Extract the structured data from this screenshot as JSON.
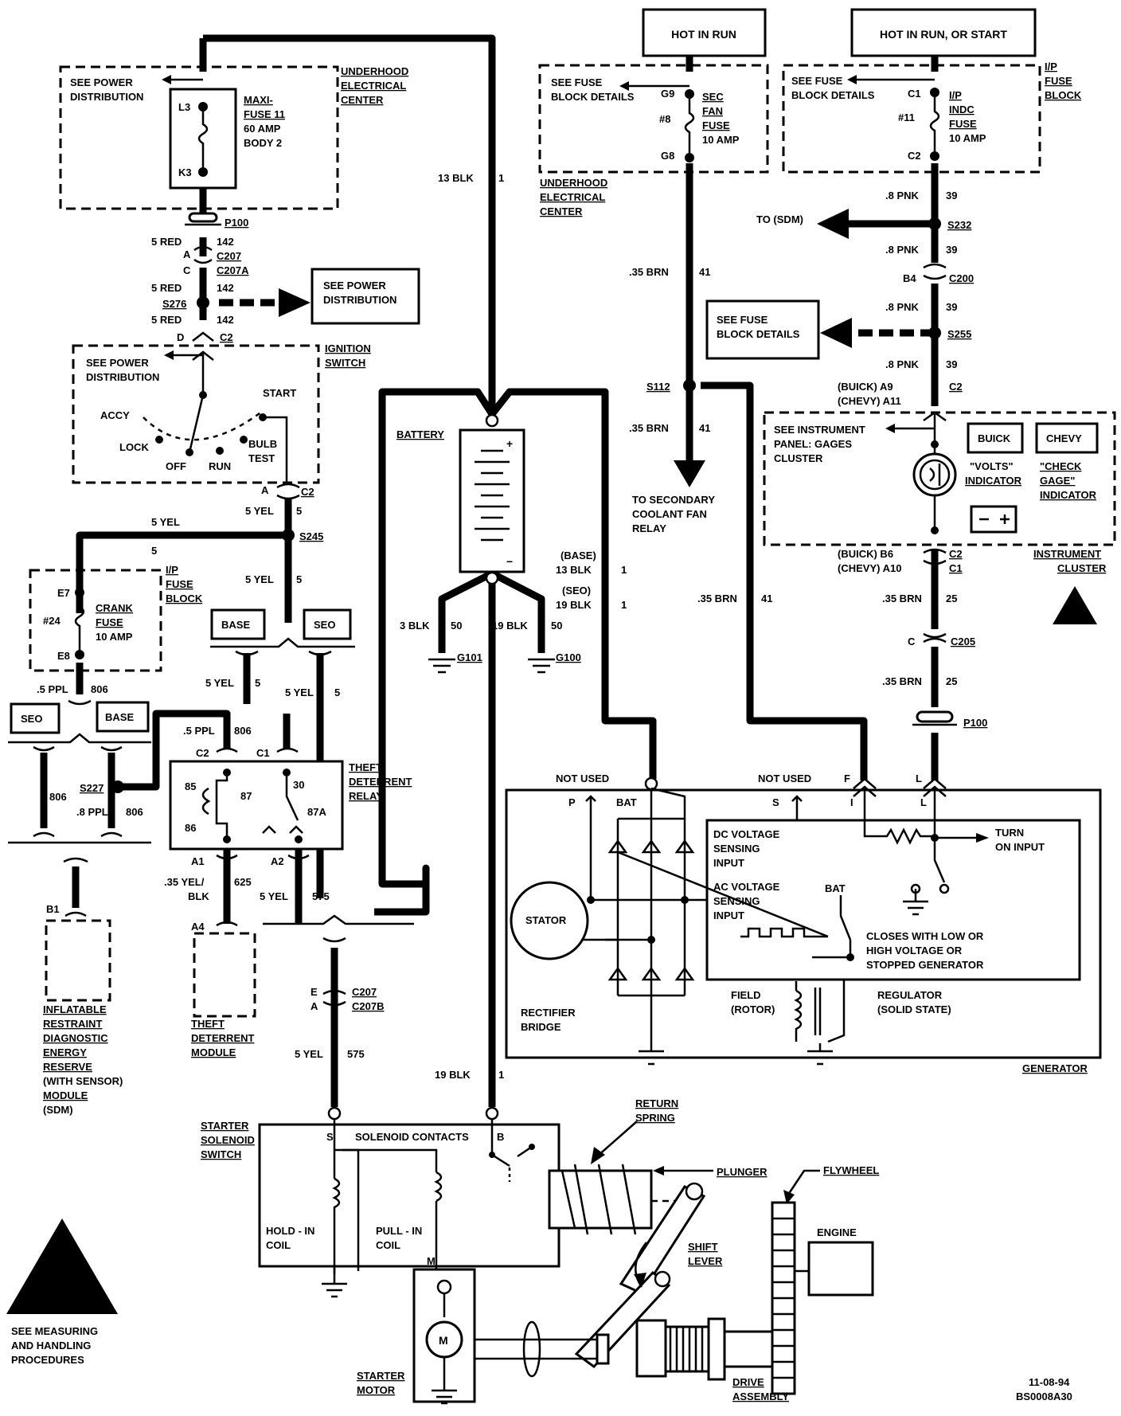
{
  "power_sources": {
    "hot_in_run": "HOT IN RUN",
    "hot_in_run_or_start": "HOT IN RUN, OR START"
  },
  "fuse_block_left": {
    "see": "SEE FUSE",
    "details": "BLOCK DETAILS",
    "g9": "G9",
    "g8": "G8",
    "num": "#8",
    "l1": "SEC",
    "l2": "FAN",
    "l3": "FUSE",
    "l4": "10 AMP",
    "c1": "UNDERHOOD",
    "c2": "ELECTRICAL",
    "c3": "CENTER"
  },
  "fuse_block_right": {
    "see": "SEE FUSE",
    "details": "BLOCK DETAILS",
    "c1": "C1",
    "c2": "C2",
    "num": "#11",
    "l1": "I/P",
    "l2": "INDC",
    "l3": "FUSE",
    "l4": "10 AMP",
    "b1": "I/P",
    "b2": "FUSE",
    "b3": "BLOCK"
  },
  "underhood": {
    "see1": "SEE POWER",
    "see2": "DISTRIBUTION",
    "l3": "L3",
    "k3": "K3",
    "maxi1": "MAXI-",
    "maxi2": "FUSE 11",
    "maxi3": "60 AMP",
    "maxi4": "BODY 2",
    "c1": "UNDERHOOD",
    "c2": "ELECTRICAL",
    "c3": "CENTER"
  },
  "left_wires": {
    "p100": "P100",
    "red1": "5  RED",
    "n142a": "142",
    "a": "A",
    "c": "C",
    "c207": "C207",
    "c207a": "C207A",
    "red2": "5  RED",
    "n142b": "142",
    "s276": "S276",
    "red3": "5  RED",
    "n142c": "142",
    "d": "D",
    "c2": "C2",
    "pd1": "SEE POWER",
    "pd2": "DISTRIBUTION"
  },
  "ignition": {
    "see1": "SEE POWER",
    "see2": "DISTRIBUTION",
    "start": "START",
    "accy": "ACCY",
    "lock": "LOCK",
    "off": "OFF",
    "run": "RUN",
    "bulb": "BULB",
    "test": "TEST",
    "title1": "IGNITION",
    "title2": "SWITCH",
    "a": "A",
    "c2": "C2"
  },
  "yel": {
    "yel5a": "5 YEL",
    "n5a": "5",
    "yel5b": "5 YEL",
    "n5b": "5",
    "s245": "S245",
    "n5c": "5",
    "yel5c": "5 YEL",
    "n5d": "5",
    "base": "BASE",
    "seo": "SEO",
    "yel5d": "5 YEL",
    "n5e": "5",
    "yel5e": "5 YEL",
    "n5f": "5"
  },
  "crank": {
    "e7": "E7",
    "e8": "E8",
    "num": "#24",
    "l1": "CRANK",
    "l2": "FUSE",
    "l3": "10 AMP",
    "b1": "I/P",
    "b2": "FUSE",
    "b3": "BLOCK",
    "ppl": ".5 PPL",
    "n806": "806"
  },
  "sdm_branch": {
    "seo": "SEO",
    "base": "BASE",
    "n806a": "806",
    "s227": "S227",
    "ppl": ".8 PPL",
    "n806b": "806",
    "b1": "B1",
    "m1": "INFLATABLE",
    "m2": "RESTRAINT",
    "m3": "DIAGNOSTIC",
    "m4": "ENERGY",
    "m5": "RESERVE",
    "m6": "(WITH SENSOR)",
    "m7": "MODULE",
    "m8": "(SDM)"
  },
  "relay": {
    "ppl": ".5 PPL",
    "n806": "806",
    "c2": "C2",
    "c1": "C1",
    "p85": "85",
    "p86": "86",
    "p87": "87",
    "p30": "30",
    "p87a": "87A",
    "t1": "THEFT",
    "t2": "DETERRENT",
    "t3": "RELAY",
    "a1": "A1",
    "a2": "A2",
    "yb1": ".35 YEL/",
    "yb2": "BLK",
    "n625": "625",
    "yel": "5 YEL",
    "n575": "575",
    "a4": "A4",
    "m1": "THEFT",
    "m2": "DETERRENT",
    "m3": "MODULE"
  },
  "starter_circuit": {
    "e": "E",
    "a": "A",
    "c207": "C207",
    "c207b": "C207B",
    "yel": "5 YEL",
    "n575": "575",
    "blk": "19  BLK",
    "n1": "1",
    "t1": "STARTER",
    "t2": "SOLENOID",
    "t3": "SWITCH",
    "s": "S",
    "b": "B",
    "contacts": "SOLENOID CONTACTS",
    "hold1": "HOLD - IN",
    "hold2": "COIL",
    "pull1": "PULL - IN",
    "pull2": "COIL",
    "m": "M",
    "motor1": "STARTER",
    "motor2": "MOTOR",
    "motor_sym": "M",
    "ret1": "RETURN",
    "ret2": "SPRING",
    "plunger": "PLUNGER",
    "flywheel": "FLYWHEEL",
    "engine": "ENGINE",
    "shift1": "SHIFT",
    "shift2": "LEVER",
    "drive1": "DRIVE",
    "drive2": "ASSEMBLY"
  },
  "battery": {
    "label": "BATTERY",
    "plus": "+",
    "minus": "−",
    "blk13": "13  BLK",
    "n1": "1",
    "g101": "G101",
    "g100": "G100",
    "blk3": "3 BLK",
    "n50a": "50",
    "blk19": "19 BLK",
    "n50b": "50",
    "base": "(BASE)",
    "blk13b": "13  BLK",
    "n1b": "1",
    "seo": "(SEO)",
    "blk19b": "19  BLK",
    "n1c": "1"
  },
  "brn": {
    "brn1": ".35 BRN",
    "n41a": "41",
    "s112": "S112",
    "brn2": ".35 BRN",
    "n41b": "41",
    "relay1": "TO SECONDARY",
    "relay2": "COOLANT  FAN",
    "relay3": "RELAY",
    "brn3": ".35 BRN",
    "n41c": "41"
  },
  "pnk": {
    "pnk1": ".8 PNK",
    "n39a": "39",
    "sdm": "TO (SDM)",
    "s232": "S232",
    "pnk2": ".8 PNK",
    "n39b": "39",
    "b4": "B4",
    "c200": "C200",
    "pnk3": ".8 PNK",
    "n39c": "39",
    "see1": "SEE FUSE",
    "see2": "BLOCK DETAILS",
    "s255": "S255",
    "pnk4": ".8 PNK",
    "n39d": "39",
    "buick_a9": "(BUICK)  A9",
    "chevy_a11": "(CHEVY)  A11",
    "c2": "C2"
  },
  "cluster": {
    "see1": "SEE INSTRUMENT",
    "see2": "PANEL:  GAGES",
    "see3": "CLUSTER",
    "buick": "BUICK",
    "chevy": "CHEVY",
    "volts1": "\"VOLTS\"",
    "volts2": "INDICATOR",
    "check1": "\"CHECK",
    "check2": "GAGE\"",
    "check3": "INDICATOR",
    "buick_b6": "(BUICK)  B6",
    "chevy_a10": "(CHEVY)  A10",
    "c2": "C2",
    "c1": "C1",
    "t1": "INSTRUMENT",
    "t2": "CLUSTER",
    "brn1": ".35 BRN",
    "n25a": "25",
    "c": "C",
    "c205": "C205",
    "brn2": ".35 BRN",
    "n25b": "25",
    "p100": "P100"
  },
  "generator": {
    "nu1": "NOT USED",
    "nu2": "NOT USED",
    "f": "F",
    "l": "L",
    "p": "P",
    "bat": "BAT",
    "s": "S",
    "i": "I",
    "l2": "L",
    "dc1": "DC VOLTAGE",
    "dc2": "SENSING",
    "dc3": "INPUT",
    "ac1": "AC VOLTAGE",
    "ac2": "SENSING",
    "ac3": "INPUT",
    "turn1": "TURN",
    "turn2": "ON INPUT",
    "bat2": "BAT",
    "close1": "CLOSES WITH LOW OR",
    "close2": "HIGH VOLTAGE OR",
    "close3": "STOPPED GENERATOR",
    "stator": "STATOR",
    "rect1": "RECTIFIER",
    "rect2": "BRIDGE",
    "field1": "FIELD",
    "field2": "(ROTOR)",
    "reg1": "REGULATOR",
    "reg2": "(SOLID STATE)",
    "title": "GENERATOR"
  },
  "footer": {
    "esd1": "SEE MEASURING",
    "esd2": "AND HANDLING",
    "esd3": "PROCEDURES",
    "date": "11-08-94",
    "code": "BS0008A30"
  }
}
